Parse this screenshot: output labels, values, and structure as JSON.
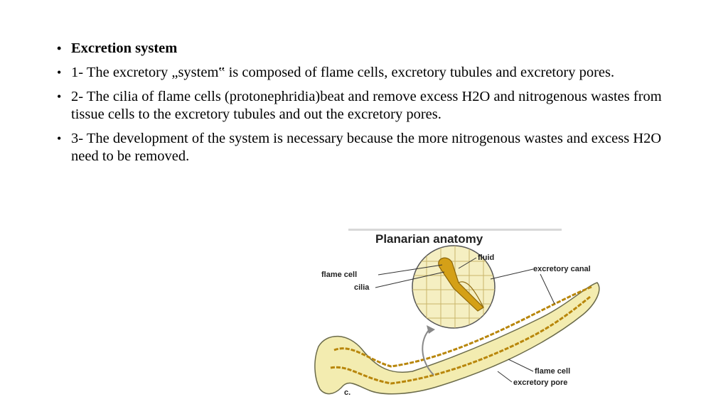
{
  "bullets": [
    {
      "text": "Excretion system",
      "bold": true
    },
    {
      "text": "1- The excretory „system‟ is composed of flame cells, excretory tubules and excretory pores."
    },
    {
      "text": "2- The cilia of flame cells (protonephridia)beat and remove excess H2O and nitrogenous wastes from tissue cells to the excretory tubules and out the excretory pores."
    },
    {
      "text": "3- The development of the system is necessary because  the more nitrogenous wastes and excess H2O need to be removed."
    }
  ],
  "figure": {
    "title": "Planarian anatomy",
    "labels": {
      "fluid": "fluid",
      "flame_cell_top": "flame cell",
      "cilia": "cilia",
      "excretory_canal": "excretory canal",
      "flame_cell_bottom": "flame cell",
      "excretory_pore": "excretory pore",
      "panel": "c."
    },
    "colors": {
      "body_fill": "#f3ecb0",
      "canal": "#b8860b",
      "cells": "#f5efc2"
    }
  }
}
